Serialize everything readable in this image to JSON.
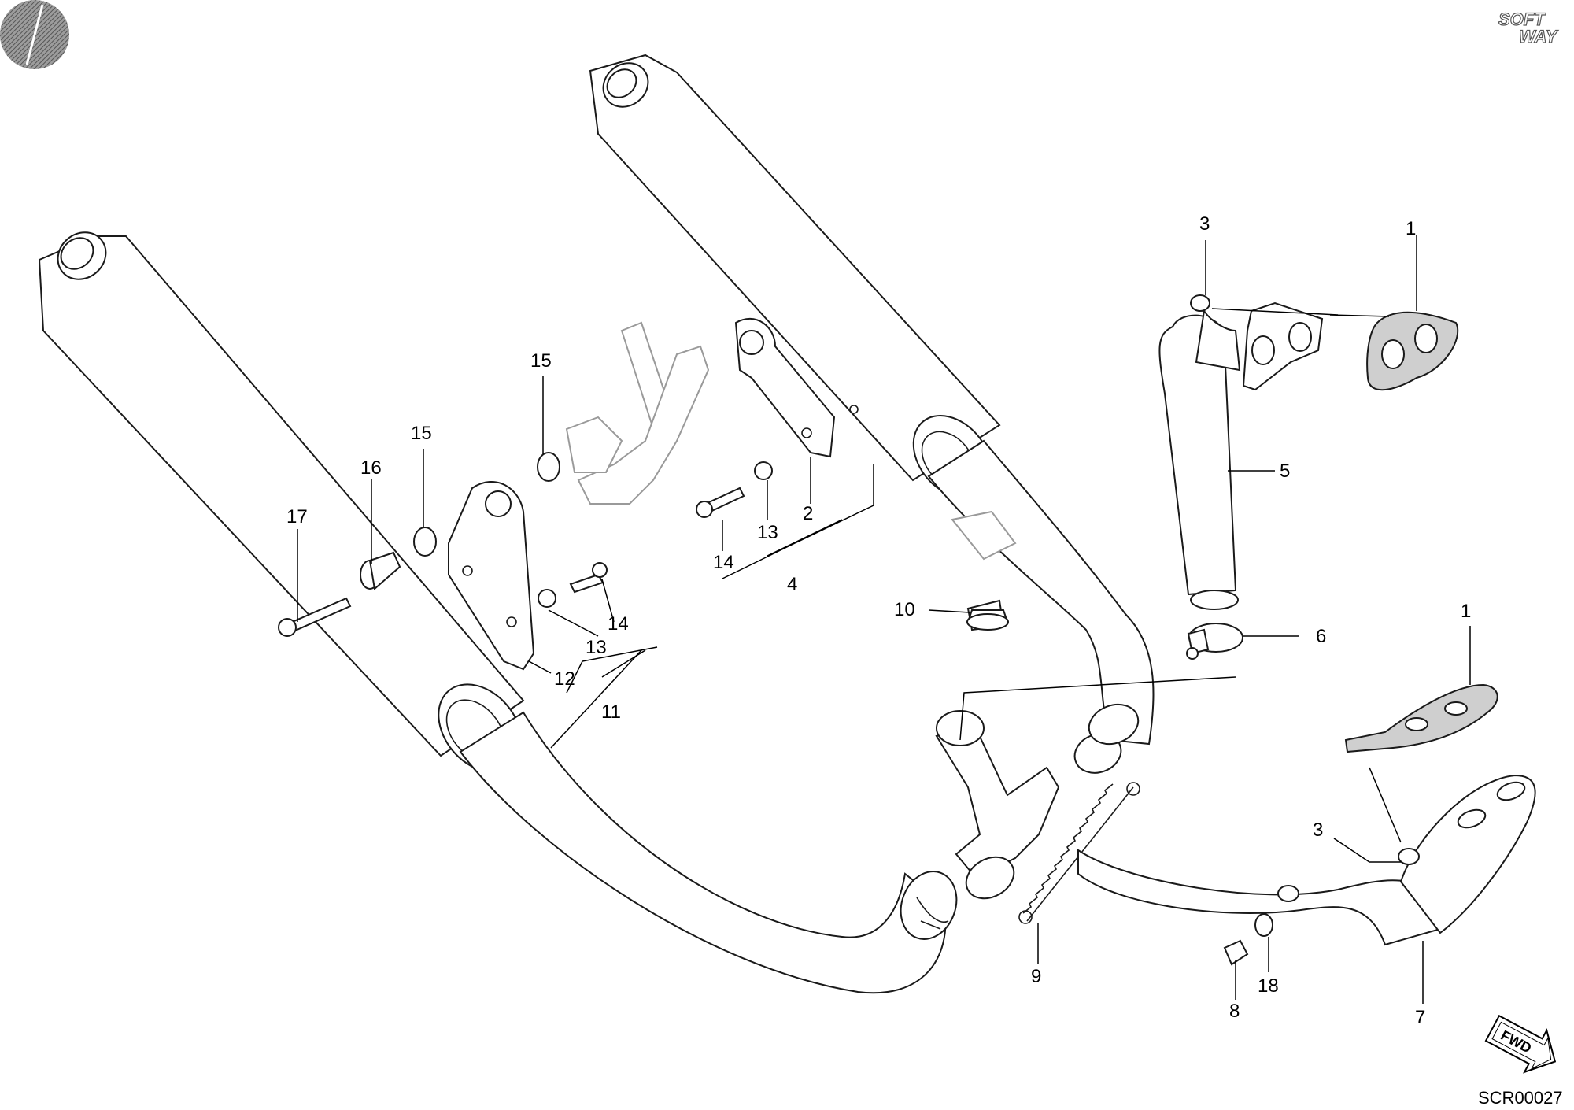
{
  "diagram": {
    "reference_code": "SCR00027",
    "brand_logo": {
      "line1": "SOFT",
      "line2": "WAY"
    },
    "direction_arrow": {
      "label": "FWD",
      "icon": "forward-arrow-icon"
    },
    "corner_mark_icon": "hatched-circle-icon",
    "callouts": [
      {
        "n": "1"
      },
      {
        "n": "1"
      },
      {
        "n": "2"
      },
      {
        "n": "3"
      },
      {
        "n": "3"
      },
      {
        "n": "4"
      },
      {
        "n": "5"
      },
      {
        "n": "6"
      },
      {
        "n": "7"
      },
      {
        "n": "8"
      },
      {
        "n": "9"
      },
      {
        "n": "10"
      },
      {
        "n": "11"
      },
      {
        "n": "12"
      },
      {
        "n": "13"
      },
      {
        "n": "13"
      },
      {
        "n": "14"
      },
      {
        "n": "14"
      },
      {
        "n": "15"
      },
      {
        "n": "15"
      },
      {
        "n": "16"
      },
      {
        "n": "17"
      },
      {
        "n": "18"
      }
    ]
  }
}
